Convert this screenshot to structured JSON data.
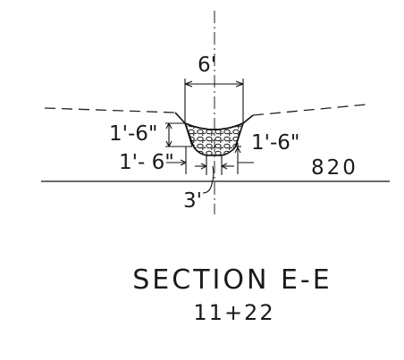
{
  "drawing": {
    "dimensions": {
      "top_width": "6'",
      "left_depth_upper": "1'-6\"",
      "left_depth_lower": "1'- 6\"",
      "right_depth": "1'-6\"",
      "bottom_width": "3'"
    },
    "elevation": "820",
    "title": "SECTION E-E",
    "station": "11+22"
  }
}
